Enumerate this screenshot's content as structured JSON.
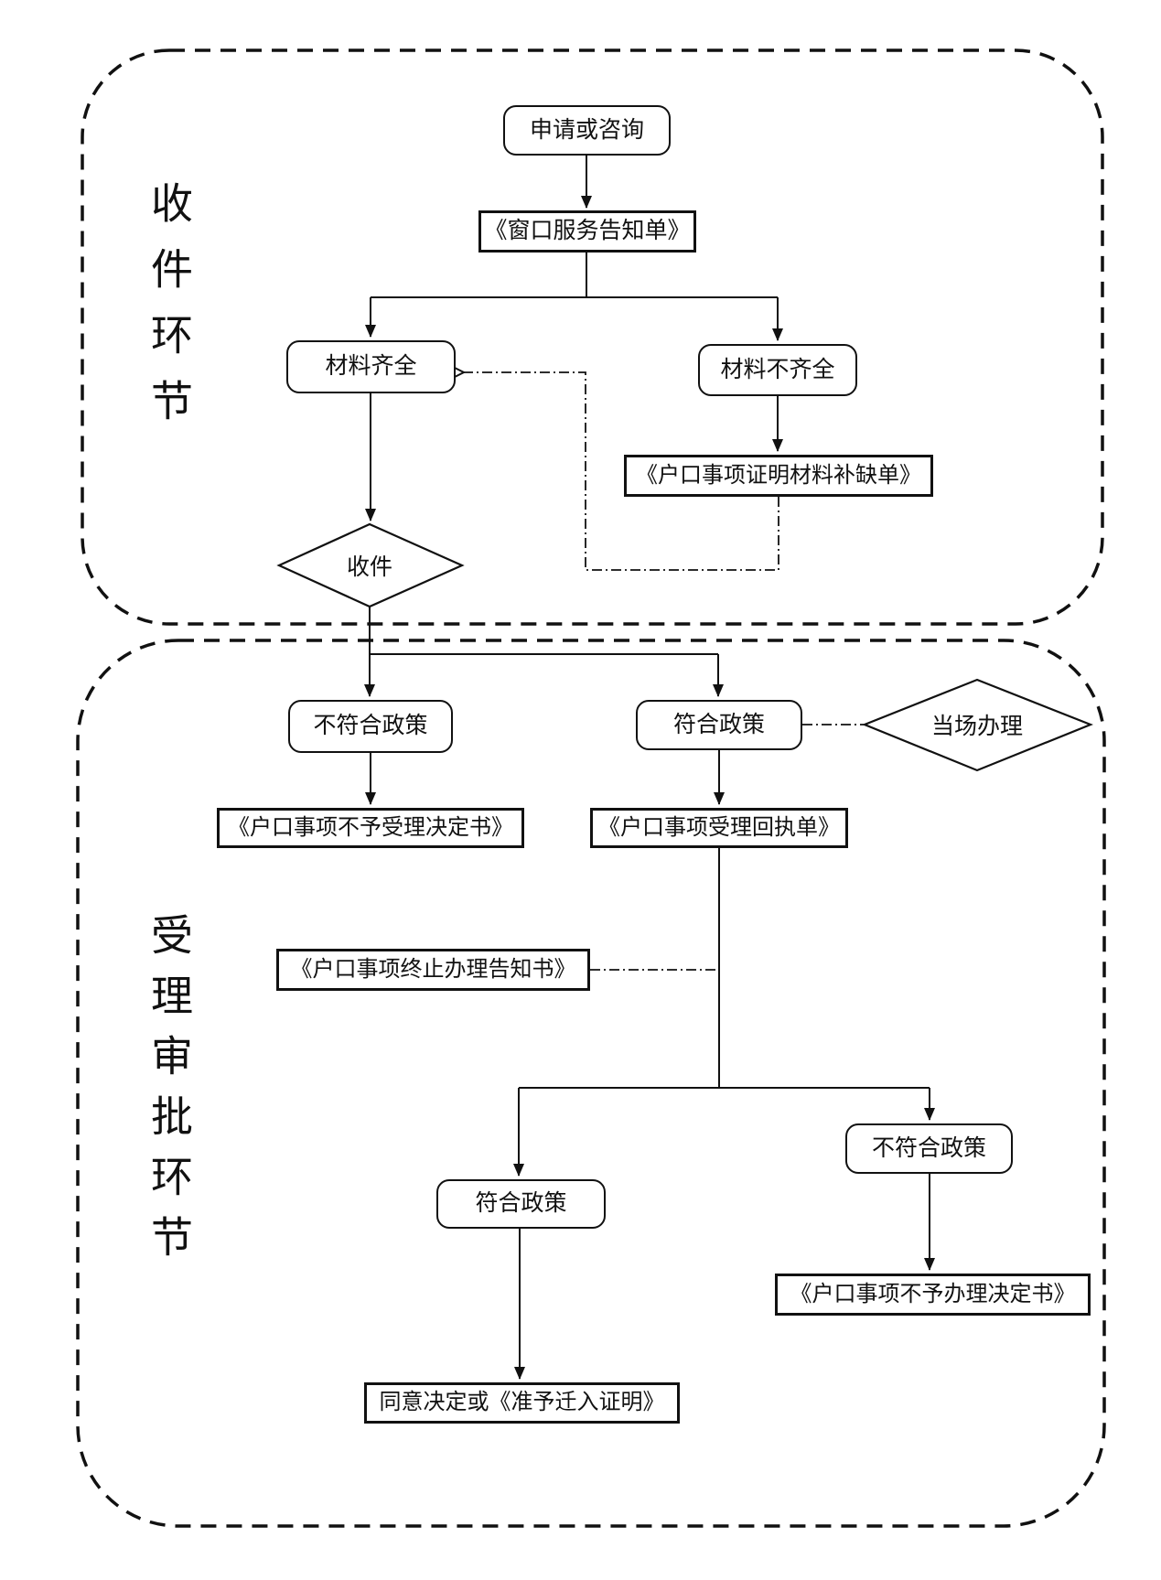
{
  "colors": {
    "ink": "#111111",
    "background": "#ffffff"
  },
  "sections": {
    "intake": {
      "label": "收件环节"
    },
    "review": {
      "label": "受理审批环节"
    }
  },
  "nodes": {
    "apply": {
      "label": "申请或咨询"
    },
    "service_notice": {
      "label": "《窗口服务告知单》"
    },
    "materials_complete": {
      "label": "材料齐全"
    },
    "materials_incomplete": {
      "label": "材料不齐全"
    },
    "supplement_list": {
      "label": "《户口事项证明材料补缺单》"
    },
    "receive": {
      "label": "收件"
    },
    "not_meet_policy_1": {
      "label": "不符合政策"
    },
    "meet_policy_1": {
      "label": "符合政策"
    },
    "onsite_handling": {
      "label": "当场办理"
    },
    "rejection_decision": {
      "label": "《户口事项不予受理决定书》"
    },
    "acceptance_receipt": {
      "label": "《户口事项受理回执单》"
    },
    "termination_notice": {
      "label": "《户口事项终止办理告知书》"
    },
    "meet_policy_2": {
      "label": "符合政策"
    },
    "not_meet_policy_2": {
      "label": "不符合政策"
    },
    "no_handling_decision": {
      "label": "《户口事项不予办理决定书》"
    },
    "approval": {
      "label": "同意决定或《准予迁入证明》"
    }
  }
}
